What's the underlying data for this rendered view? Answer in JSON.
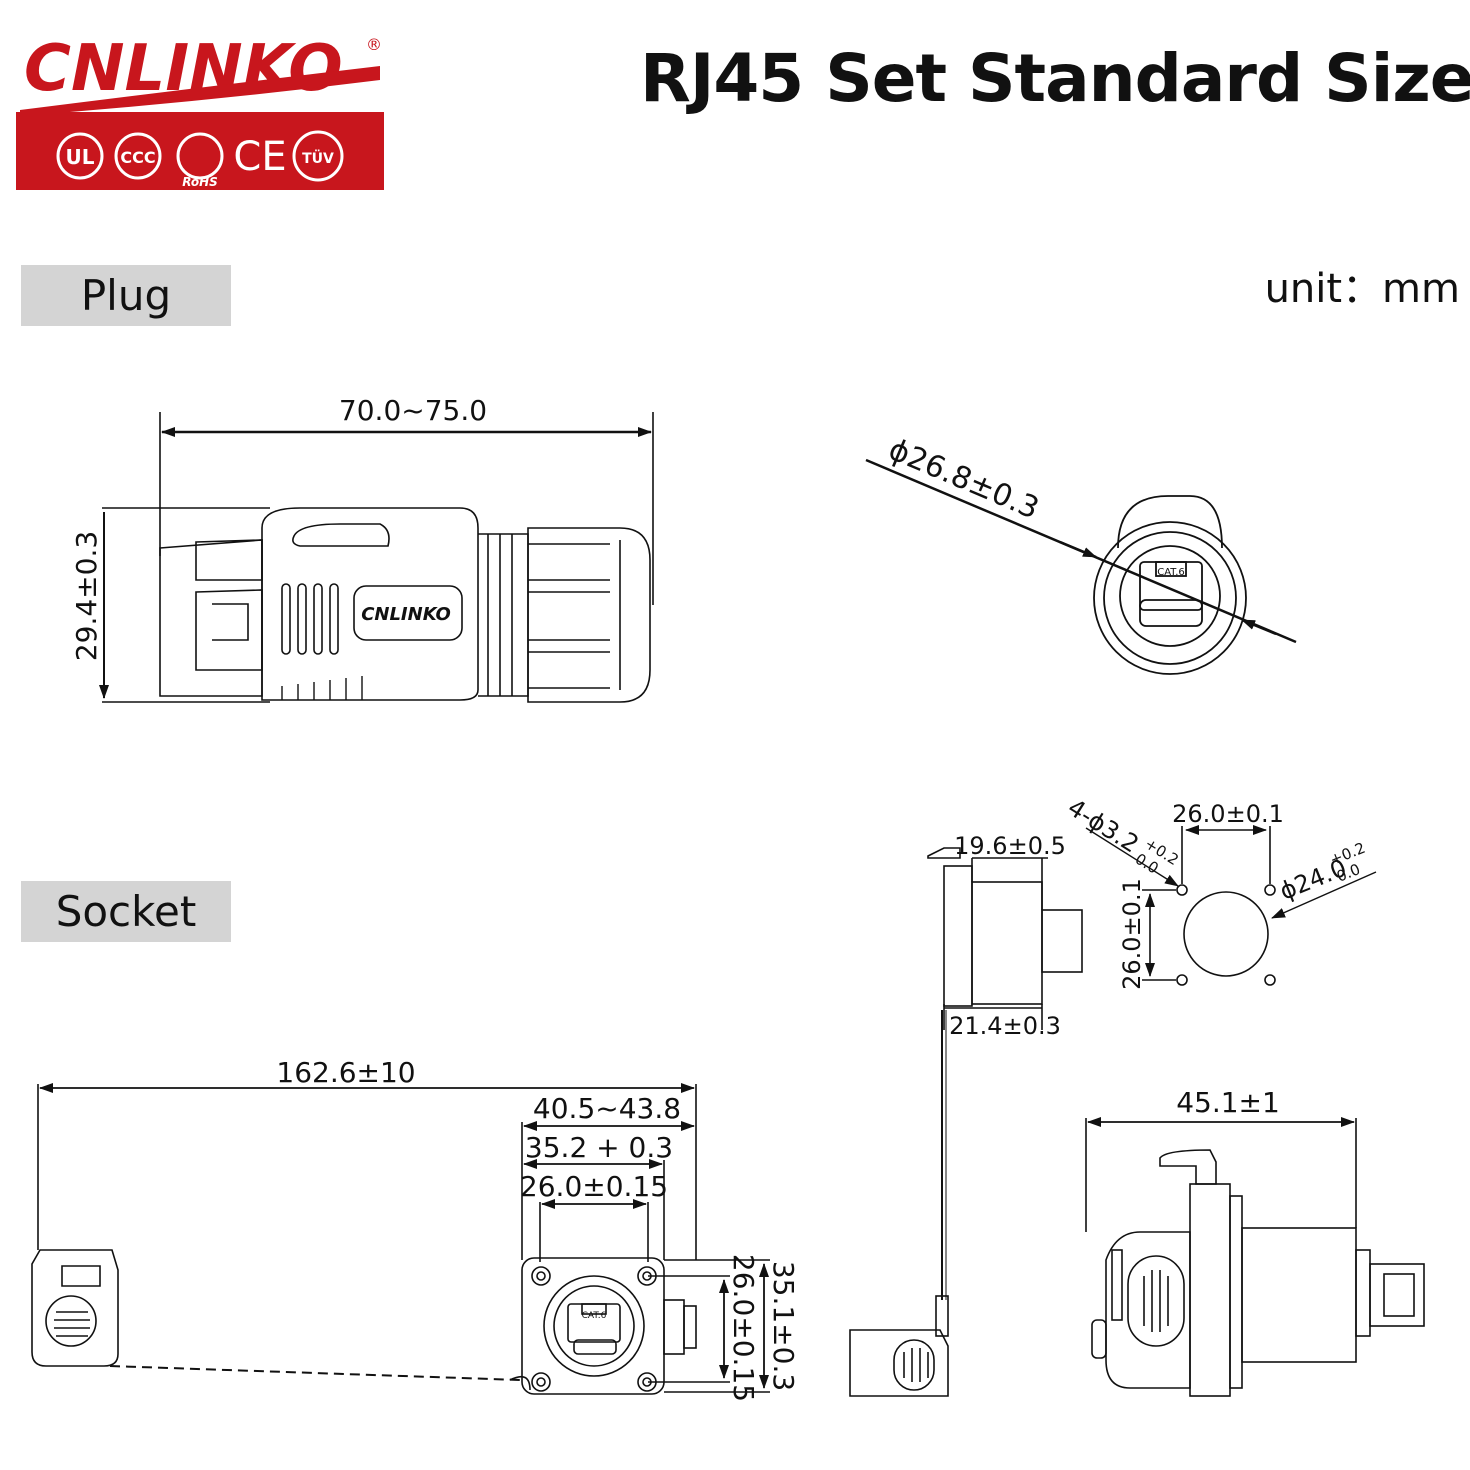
{
  "brand": {
    "logo_text": "CNLINKO",
    "registered_mark": "®",
    "certifications": [
      "UL",
      "CCC",
      "RoHS",
      "CE",
      "TÜV"
    ],
    "brand_red": "#c8161d"
  },
  "header": {
    "title": "RJ45 Set Standard Size",
    "unit": "unit：mm"
  },
  "plug": {
    "label": "Plug",
    "length": "70.0~75.0",
    "height": "29.4±0.3",
    "diameter": "ϕ26.8±0.3",
    "jack_label": "CAT.6",
    "body_brand": "CNLINKO"
  },
  "socket": {
    "label": "Socket",
    "total_length": "162.6±10",
    "length_a": "40.5~43.8",
    "length_b": "35.2 + 0.3",
    "hole_spacing": "26.0±0.15",
    "flange_height": "35.1±0.3",
    "hole_spacing_v": "26.0±0.15",
    "side_top": "19.6±0.5",
    "side_bottom": "21.4±0.3",
    "holes": "4-ϕ3.2",
    "holes_tol_upper": "+0.2",
    "holes_tol_lower": "0.0",
    "cutout_spacing_h": "26.0±0.1",
    "cutout_spacing_v": "26.0±0.1",
    "cutout_diameter": "ϕ24.0",
    "cutout_tol_upper": "+0.2",
    "cutout_tol_lower": "0.0",
    "side_length": "45.1±1",
    "jack_label": "CAT.6"
  }
}
